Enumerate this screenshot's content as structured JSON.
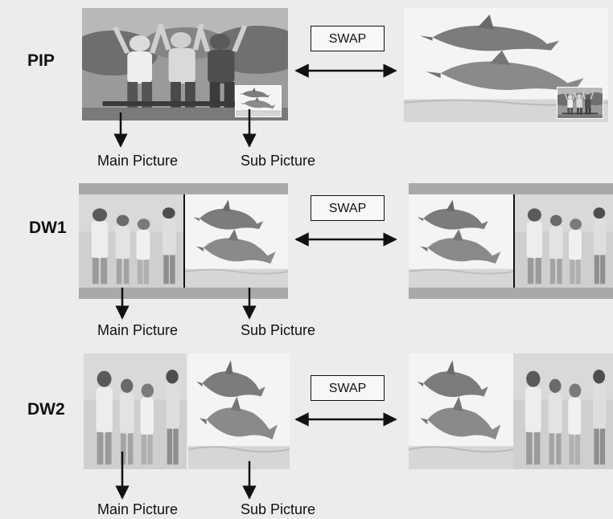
{
  "rows": [
    {
      "mode": "PIP",
      "swap_label": "SWAP",
      "main_caption": "Main Picture",
      "sub_caption": "Sub Picture"
    },
    {
      "mode": "DW1",
      "swap_label": "SWAP",
      "main_caption": "Main Picture",
      "sub_caption": "Sub Picture"
    },
    {
      "mode": "DW2",
      "swap_label": "SWAP",
      "main_caption": "Main Picture",
      "sub_caption": "Sub Picture"
    }
  ],
  "icons": {
    "swap_arrow": "double-headed-arrow-icon",
    "pointer_arrow": "down-arrow-icon",
    "main_image": "people-group-photo",
    "sub_image": "dolphins-photo"
  },
  "colors": {
    "background": "#ececec",
    "frame_gray": "#a9a9a9",
    "ink": "#111111"
  }
}
